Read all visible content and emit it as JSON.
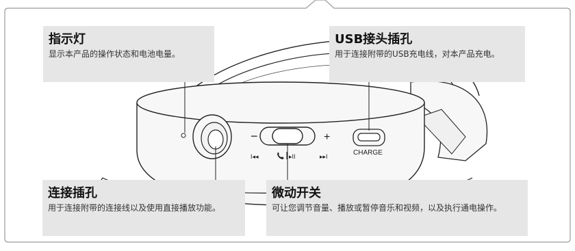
{
  "callouts": {
    "indicator": {
      "title": "指示灯",
      "desc": "显示本产品的操作状态和电池电量。"
    },
    "usb": {
      "title": "USB接头插孔",
      "desc": "用于连接附带的USB充电线，对本产品充电。"
    },
    "jack": {
      "title": "连接插孔",
      "desc": "用于连接附带的连接线以及使用直接播放功能。"
    },
    "switch": {
      "title": "微动开关",
      "desc": "可让您调节音量、播放或暂停音乐和视频，以及执行通电操作。"
    }
  },
  "device_labels": {
    "charge": "CHARGE",
    "minus": "−",
    "plus": "+",
    "prev": "I◂◂",
    "play": "▸II",
    "next": "▸▸I"
  },
  "colors": {
    "callout_bg": "#e6e6e6",
    "frame": "#9a9a9a",
    "device_body": "#f7f7f7",
    "outline": "#222222"
  }
}
